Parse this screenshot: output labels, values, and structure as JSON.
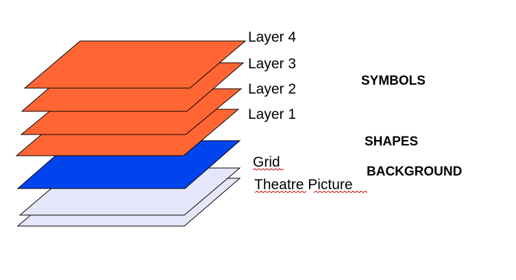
{
  "colors": {
    "symbols": "#ff6633",
    "shapes": "#0044ee",
    "background": "#e6e6fa",
    "outline": "#000000",
    "spellcheck": "#cc0000"
  },
  "layers": [
    {
      "id": "theatre-picture",
      "label": "Theatre Picture",
      "group": "background",
      "spellcheck": true
    },
    {
      "id": "grid",
      "label": "Grid",
      "group": "background",
      "spellcheck": true
    },
    {
      "id": "shapes",
      "label": "",
      "group": "shapes",
      "spellcheck": false
    },
    {
      "id": "layer-1",
      "label": "Layer 1",
      "group": "symbols",
      "spellcheck": false
    },
    {
      "id": "layer-2",
      "label": "Layer 2",
      "group": "symbols",
      "spellcheck": false
    },
    {
      "id": "layer-3",
      "label": "Layer 3",
      "group": "symbols",
      "spellcheck": false
    },
    {
      "id": "layer-4",
      "label": "Layer 4",
      "group": "symbols",
      "spellcheck": false
    }
  ],
  "groups": {
    "symbols": "SYMBOLS",
    "shapes": "SHAPES",
    "background": "BACKGROUND"
  }
}
